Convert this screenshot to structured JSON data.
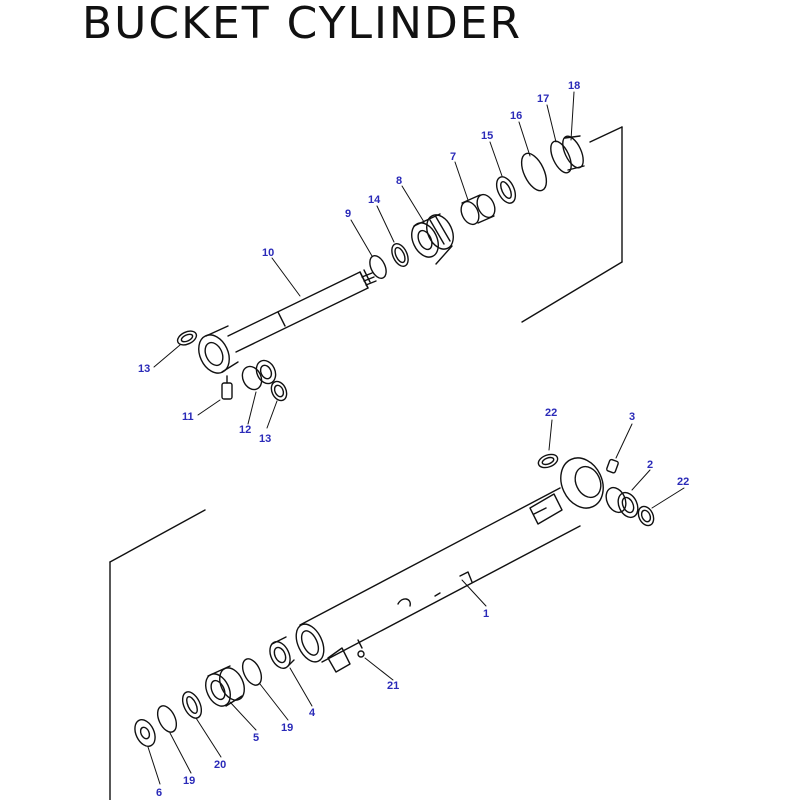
{
  "title": "BUCKET CYLINDER",
  "colors": {
    "label": "#2a2ab8",
    "line": "#111111"
  },
  "callouts": [
    {
      "id": "c18",
      "text": "18"
    },
    {
      "id": "c17",
      "text": "17"
    },
    {
      "id": "c16",
      "text": "16"
    },
    {
      "id": "c15",
      "text": "15"
    },
    {
      "id": "c7",
      "text": "7"
    },
    {
      "id": "c8",
      "text": "8"
    },
    {
      "id": "c14",
      "text": "14"
    },
    {
      "id": "c9",
      "text": "9"
    },
    {
      "id": "c10",
      "text": "10"
    },
    {
      "id": "c13a",
      "text": "13"
    },
    {
      "id": "c11",
      "text": "11"
    },
    {
      "id": "c12",
      "text": "12"
    },
    {
      "id": "c13b",
      "text": "13"
    },
    {
      "id": "c22a",
      "text": "22"
    },
    {
      "id": "c3",
      "text": "3"
    },
    {
      "id": "c2",
      "text": "2"
    },
    {
      "id": "c22b",
      "text": "22"
    },
    {
      "id": "c1",
      "text": "1"
    },
    {
      "id": "c21",
      "text": "21"
    },
    {
      "id": "c4",
      "text": "4"
    },
    {
      "id": "c19a",
      "text": "19"
    },
    {
      "id": "c5",
      "text": "5"
    },
    {
      "id": "c20",
      "text": "20"
    },
    {
      "id": "c19b",
      "text": "19"
    },
    {
      "id": "c6",
      "text": "6"
    }
  ]
}
